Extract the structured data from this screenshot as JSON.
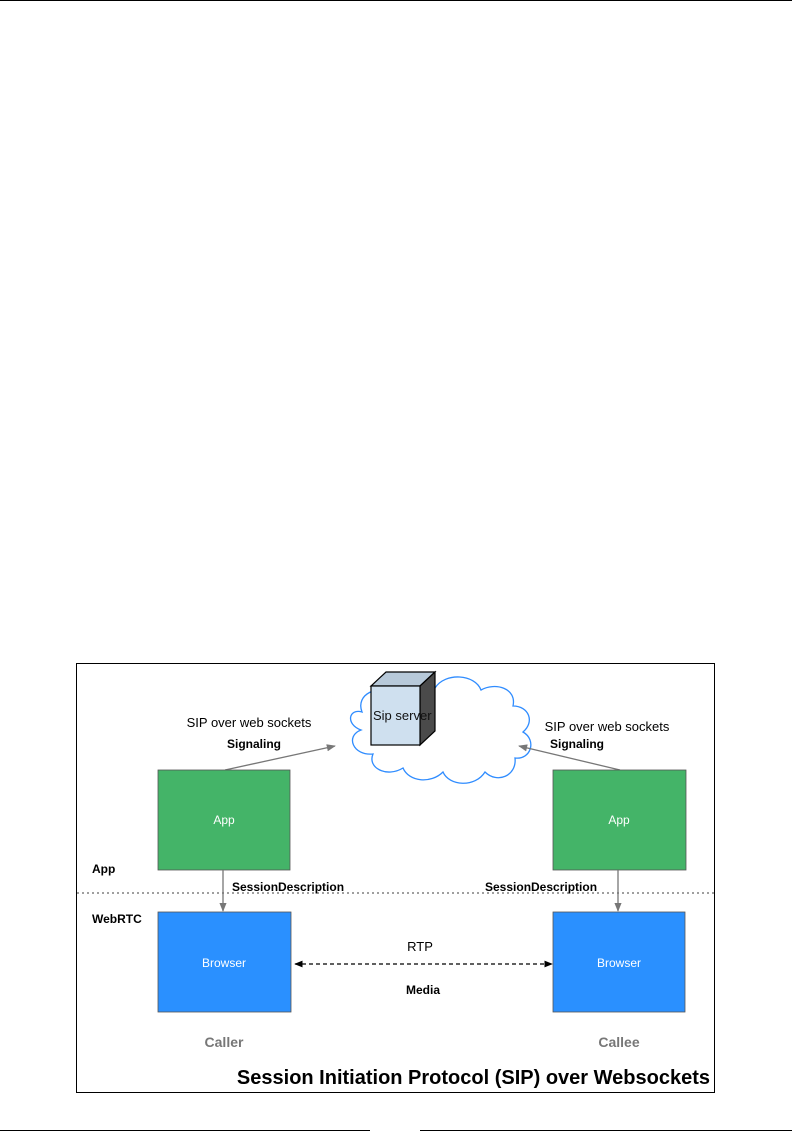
{
  "diagram": {
    "title": "Session Initiation Protocol (SIP) over Websockets",
    "server_label": "Sip server",
    "left_signal": {
      "transport": "SIP over web sockets",
      "label": "Signaling"
    },
    "right_signal": {
      "transport": "SIP over web sockets",
      "label": "Signaling"
    },
    "left_app": "App",
    "right_app": "App",
    "left_browser": "Browser",
    "right_browser": "Browser",
    "left_session": "SessionDescription",
    "right_session": "SessionDescription",
    "layer_app": "App",
    "layer_webrtc": "WebRTC",
    "rtp_label": "RTP",
    "media_label": "Media",
    "caller_label": "Caller",
    "callee_label": "Callee",
    "colors": {
      "app_box": "#44b468",
      "browser_box": "#2a90ff",
      "server_cube_front": "#cfe0ef",
      "cloud_outline": "#2f8cff",
      "arrow": "#777777"
    }
  }
}
